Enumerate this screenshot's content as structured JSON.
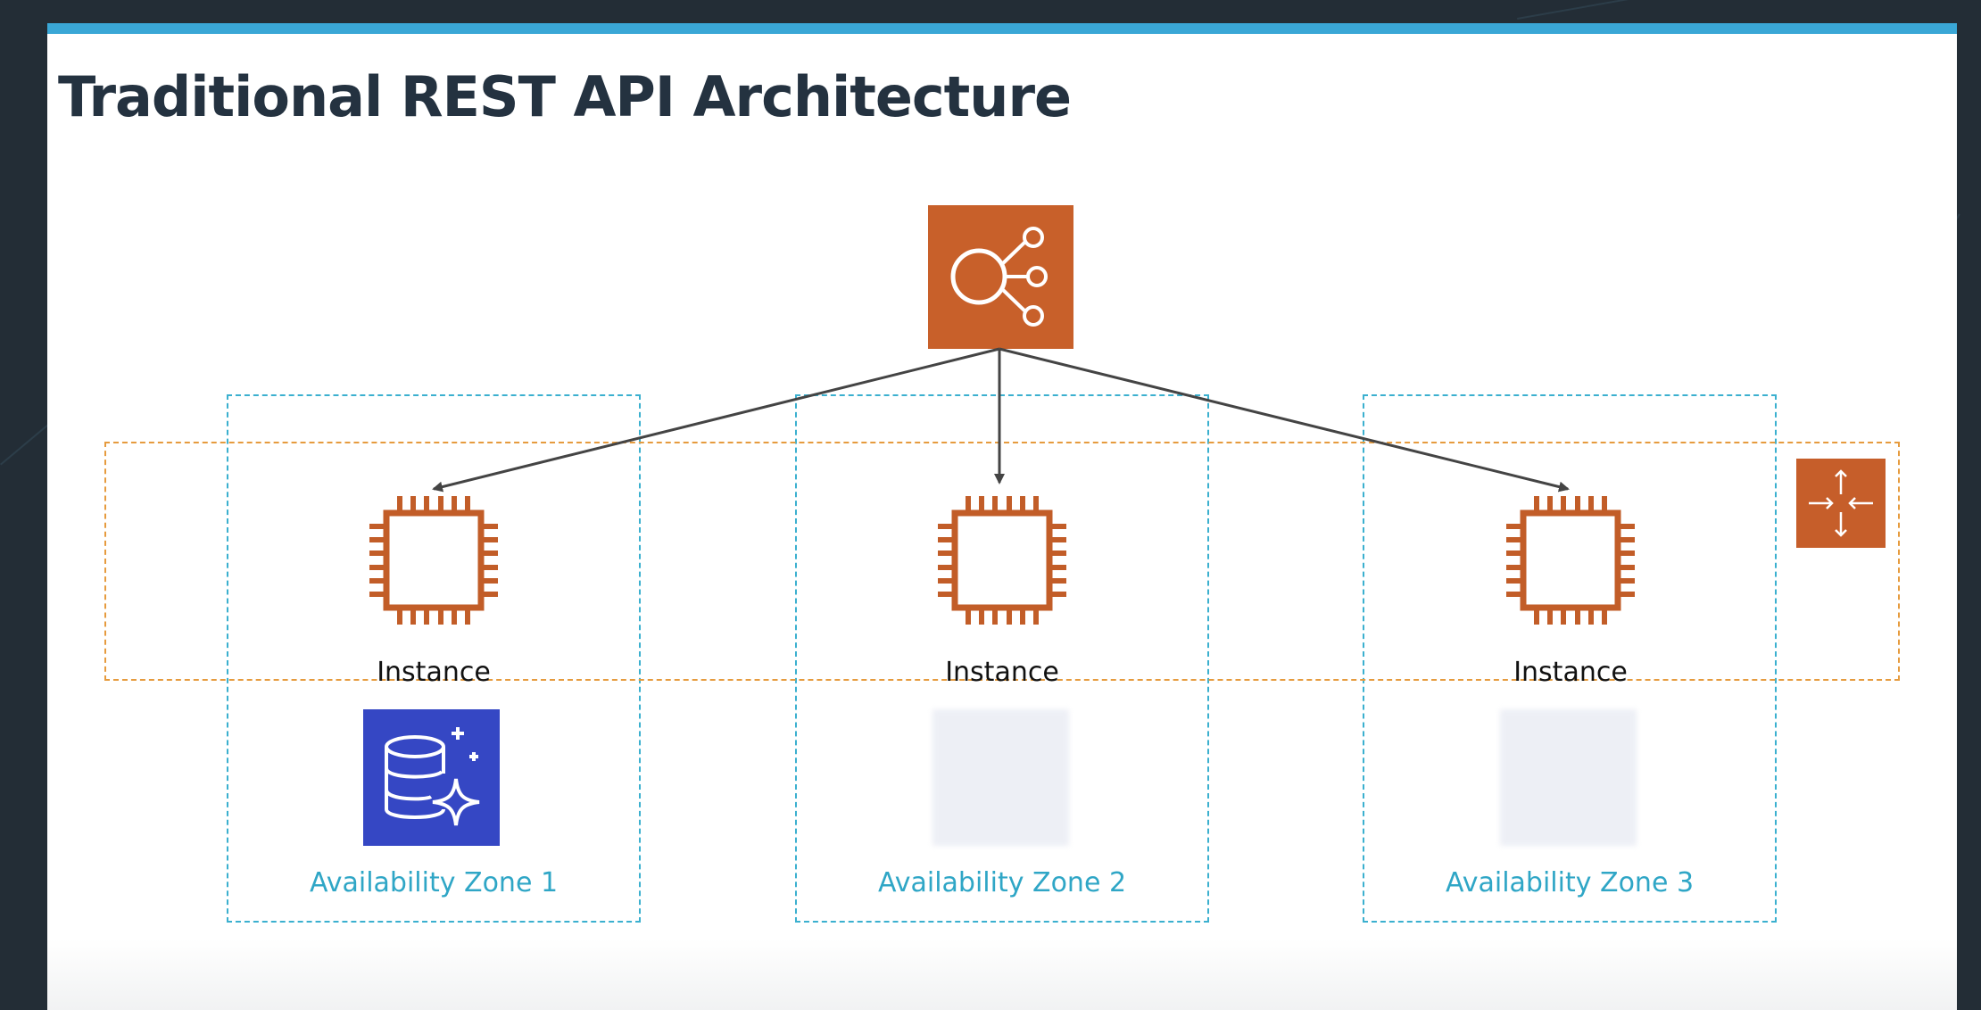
{
  "slide": {
    "title": "Traditional REST API Architecture"
  },
  "zones": [
    {
      "label": "Availability Zone 1",
      "db_visible": true
    },
    {
      "label": "Availability Zone 2",
      "db_visible": false
    },
    {
      "label": "Availability Zone 3",
      "db_visible": false
    }
  ],
  "instances": [
    {
      "label": "Instance"
    },
    {
      "label": "Instance"
    },
    {
      "label": "Instance"
    }
  ],
  "icons": {
    "load_balancer": "elastic-load-balancer-icon",
    "router": "router-icon",
    "database": "aurora-database-icon",
    "instance": "ec2-instance-chip-icon"
  },
  "colors": {
    "background": "#232d36",
    "slide": "#ffffff",
    "accent_bar": "#3aa7d6",
    "title": "#243240",
    "availability_zone": "#3bb0cf",
    "auto_scaling_group": "#e69b3e",
    "aws_orange": "#c8602a",
    "database_blue": "#3547c4"
  }
}
